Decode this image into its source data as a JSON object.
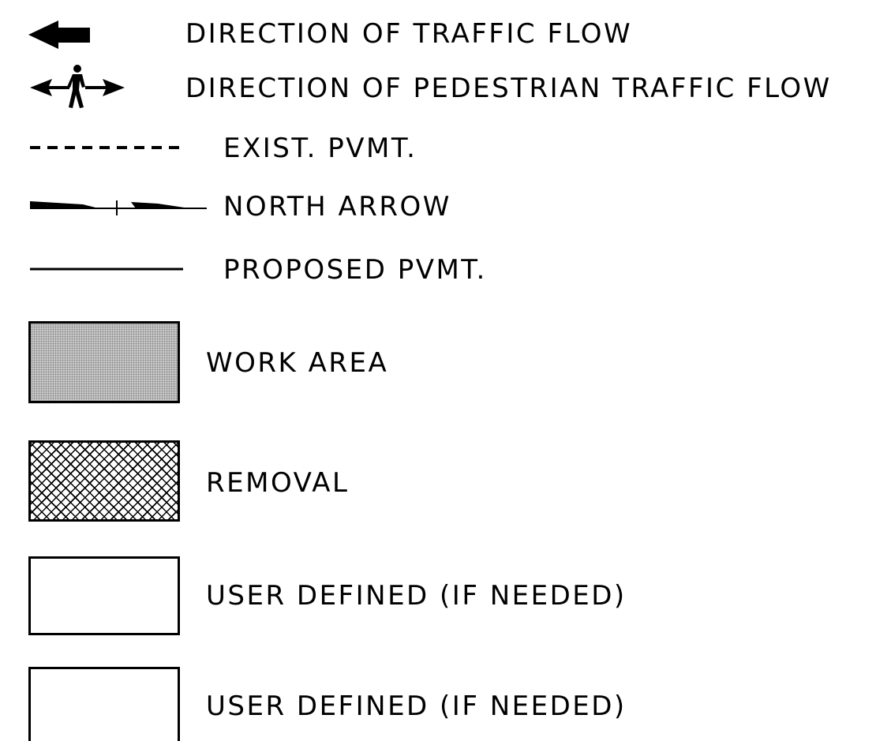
{
  "legend": {
    "items": [
      {
        "symbol": "traffic-flow-arrow-icon",
        "label": "DIRECTION OF TRAFFIC FLOW"
      },
      {
        "symbol": "pedestrian-flow-icon",
        "label": "DIRECTION OF PEDESTRIAN TRAFFIC FLOW"
      },
      {
        "symbol": "dashed-line-icon",
        "label": "EXIST. PVMT."
      },
      {
        "symbol": "north-arrow-icon",
        "label": "NORTH ARROW"
      },
      {
        "symbol": "solid-line-icon",
        "label": "PROPOSED PVMT."
      },
      {
        "symbol": "stippled-box",
        "label": "WORK AREA"
      },
      {
        "symbol": "crosshatch-box",
        "label": "REMOVAL"
      },
      {
        "symbol": "empty-box",
        "label": "USER DEFINED (IF NEEDED)"
      },
      {
        "symbol": "empty-box",
        "label": "USER DEFINED (IF NEEDED)"
      }
    ]
  },
  "colors": {
    "ink": "#000000",
    "work_area_fill": "#c9c9c9",
    "background": "#ffffff"
  }
}
